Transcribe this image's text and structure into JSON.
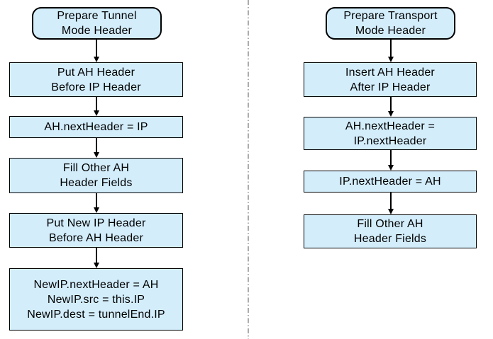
{
  "flows": {
    "left": {
      "steps": [
        {
          "shape": "rounded",
          "text": "Prepare Tunnel\nMode Header"
        },
        {
          "shape": "rect",
          "text": "Put AH Header\nBefore IP Header"
        },
        {
          "shape": "rect",
          "text": "AH.nextHeader = IP"
        },
        {
          "shape": "rect",
          "text": "Fill Other AH\nHeader Fields"
        },
        {
          "shape": "rect",
          "text": "Put New IP Header\nBefore AH Header"
        },
        {
          "shape": "rect",
          "text": "NewIP.nextHeader = AH\nNewIP.src = this.IP\nNewIP.dest = tunnelEnd.IP"
        }
      ]
    },
    "right": {
      "steps": [
        {
          "shape": "rounded",
          "text": "Prepare Transport\nMode Header"
        },
        {
          "shape": "rect",
          "text": "Insert AH Header\nAfter IP Header"
        },
        {
          "shape": "rect",
          "text": "AH.nextHeader =\nIP.nextHeader"
        },
        {
          "shape": "rect",
          "text": "IP.nextHeader = AH"
        },
        {
          "shape": "rect",
          "text": "Fill Other AH\nHeader Fields"
        }
      ]
    },
    "colors": {
      "box_fill": "#d3edfb",
      "box_border": "#000000",
      "arrow": "#000000",
      "divider": "#7f7f7f",
      "background": "#ffffff"
    }
  }
}
